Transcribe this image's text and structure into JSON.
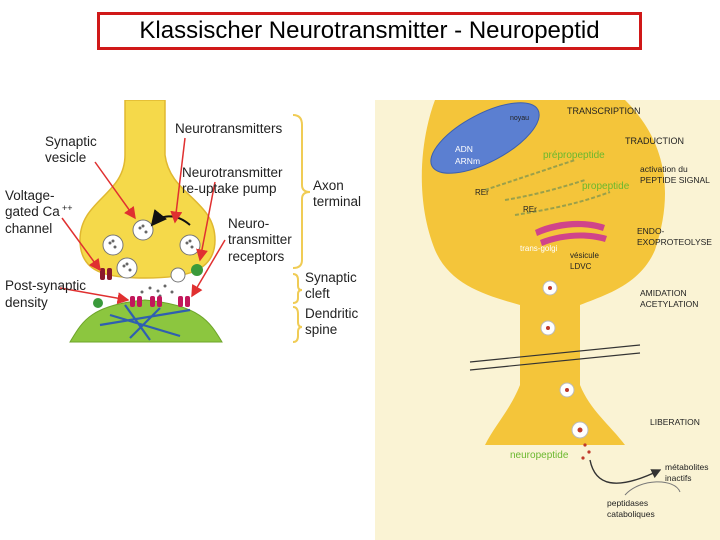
{
  "title": "Klassischer Neurotransmitter - Neuropeptid",
  "left_diagram": {
    "labels": {
      "synaptic_vesicle_1": "Synaptic",
      "synaptic_vesicle_2": "vesicle",
      "neurotransmitters": "Neurotransmitters",
      "reuptake_1": "Neurotransmitter",
      "reuptake_2": "re-uptake pump",
      "ca_channel_1": "Voltage-",
      "ca_channel_2": "gated Ca",
      "ca_channel_sup": "++",
      "ca_channel_3": "channel",
      "receptors_1": "Neuro-",
      "receptors_2": "transmitter",
      "receptors_3": "receptors",
      "axon_terminal_1": "Axon",
      "axon_terminal_2": "terminal",
      "psd_1": "Post-synaptic",
      "psd_2": "density",
      "cleft_1": "Synaptic",
      "cleft_2": "cleft",
      "spine_1": "Dendritic",
      "spine_2": "spine"
    },
    "colors": {
      "terminal": "#f5d94a",
      "spine": "#8cc63f",
      "arrows": "#e03030",
      "brace": "#f0cc55"
    }
  },
  "right_diagram": {
    "labels": {
      "noyau": "noyau",
      "transcription": "TRANSCRIPTION",
      "adn": "ADN",
      "arnm": "ARNm",
      "traduction": "TRADUCTION",
      "prepropeptide": "prépropeptide",
      "propeptide": "propeptide",
      "activation_1": "activation du",
      "activation_2": "PEPTIDE SIGNAL",
      "rer_1": "REr",
      "rer_2": "REr",
      "endo_1": "ENDO-",
      "endo_2": "EXOPROTEOLYSE",
      "trans_golgi": "trans-golgi",
      "vesicule_1": "vésicule",
      "vesicule_2": "LDVC",
      "amidation": "AMIDATION",
      "acetylation": "ACETYLATION",
      "liberation": "LIBERATION",
      "neuropeptide": "neuropeptide",
      "metabolites_1": "métabolites",
      "metabolites_2": "inactifs",
      "peptidases_1": "peptidases",
      "peptidases_2": "cataboliques"
    },
    "colors": {
      "neuron": "#f4c53a",
      "background": "#faf3d4",
      "nucleus": "#5b7fd1",
      "green_text": "#6ab82e"
    }
  }
}
